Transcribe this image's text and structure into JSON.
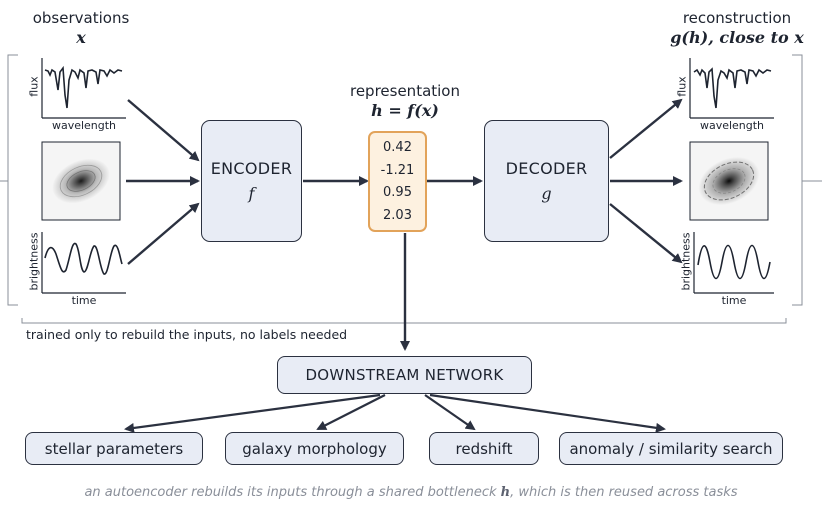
{
  "observations": {
    "title": "observations",
    "symbol": "x"
  },
  "reconstruction": {
    "title": "reconstruction",
    "symbol": "g(h), close to x"
  },
  "representation": {
    "title": "representation",
    "symbol": "h = f(x)",
    "values": [
      "0.42",
      "-1.21",
      "0.95",
      "2.03"
    ]
  },
  "encoder": {
    "title": "ENCODER",
    "symbol": "f"
  },
  "decoder": {
    "title": "DECODER",
    "symbol": "g"
  },
  "plots": {
    "spectrum": {
      "ylabel": "flux",
      "xlabel": "wavelength"
    },
    "lightcurve": {
      "ylabel": "brightness",
      "xlabel": "time"
    }
  },
  "note": "trained only to rebuild the inputs, no labels needed",
  "downstream": {
    "title": "DOWNSTREAM NETWORK"
  },
  "tasks": [
    "stellar parameters",
    "galaxy morphology",
    "redshift",
    "anomaly / similarity search"
  ],
  "caption": {
    "before": "an autoencoder rebuilds its inputs through a shared bottleneck ",
    "symbol": "h",
    "after": ", which is then reused across tasks"
  },
  "colors": {
    "accent": "#e2a35a",
    "box_fill": "#e8ecf5",
    "line": "#2b3140",
    "caption": "#8a8f99"
  }
}
